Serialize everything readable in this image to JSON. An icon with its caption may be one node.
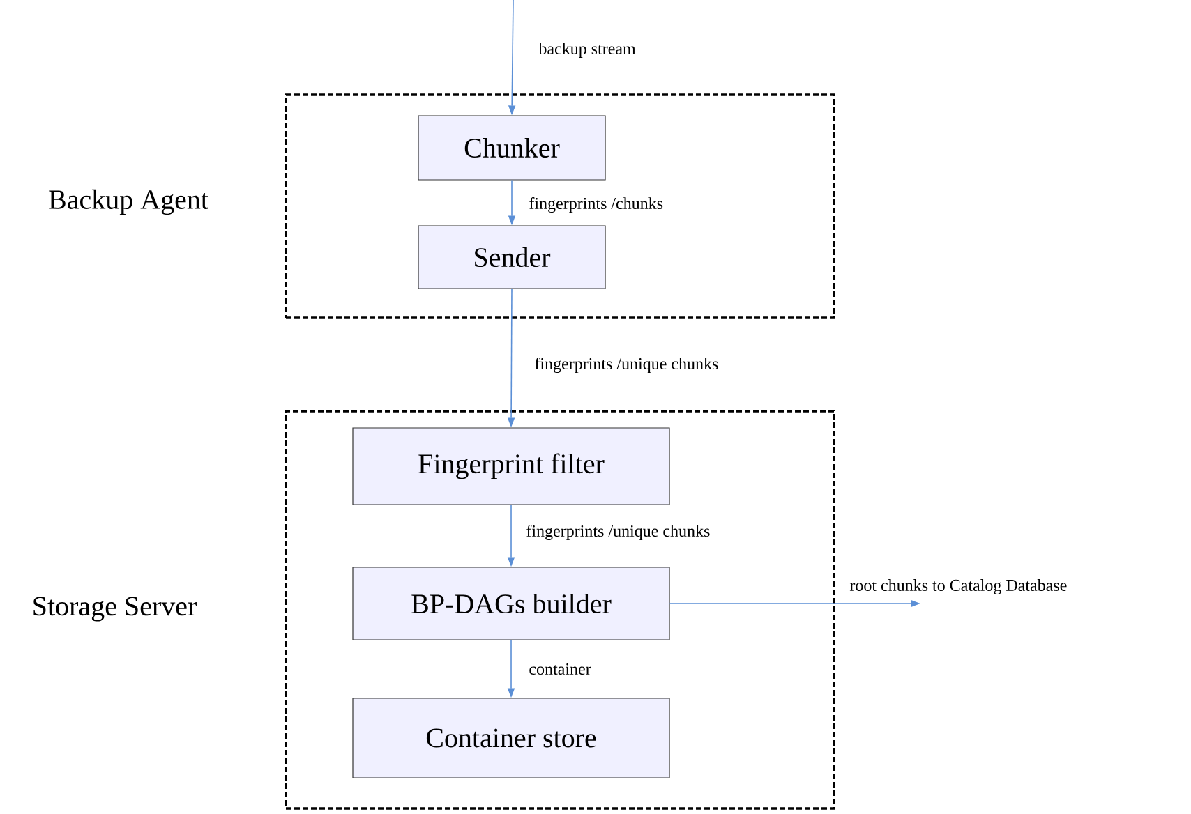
{
  "diagram": {
    "nodes": [
      {
        "text": [
          "Backup Agent"
        ]
      },
      {
        "text": [
          "Chunker"
        ],
        "in": 0
      },
      {
        "text": [
          "Sender"
        ],
        "in": 0
      },
      {
        "text": [
          "Storage Server"
        ]
      },
      {
        "text": [
          "Fingerprint filter"
        ],
        "in": 3
      },
      {
        "text": [
          "BP-DAGs builder"
        ],
        "in": 3
      },
      {
        "text": [
          "Container store"
        ],
        "in": 3
      }
    ],
    "edges": [
      {
        "from": null,
        "to": 1,
        "arrow": "to",
        "label": "backup stream"
      },
      {
        "from": 1,
        "to": 2,
        "arrow": "to",
        "label": "fingerprints /chunks"
      },
      {
        "from": 2,
        "to": 4,
        "arrow": "to",
        "label": "fingerprints /unique chunks"
      },
      {
        "from": 4,
        "to": 5,
        "arrow": "to",
        "label": "fingerprints /unique chunks"
      },
      {
        "from": 5,
        "to": 6,
        "arrow": "to",
        "label": "container"
      },
      {
        "from": 5,
        "to": null,
        "arrow": "to",
        "label": "root chunks to Catalog Database"
      }
    ]
  }
}
